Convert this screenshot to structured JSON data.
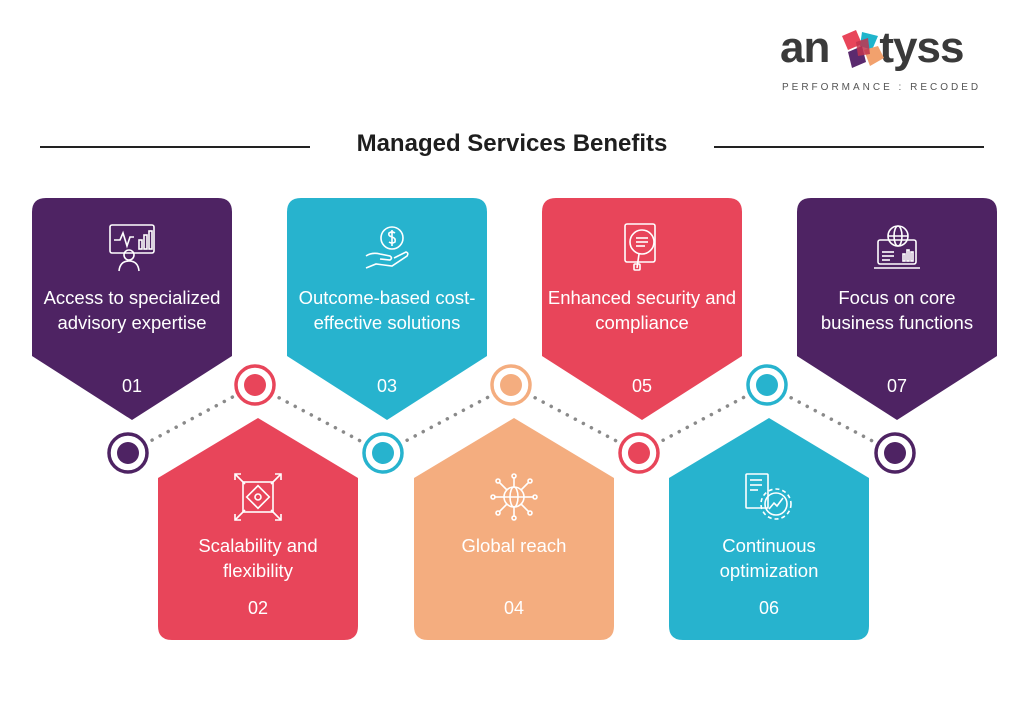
{
  "logo": {
    "text_left": "an",
    "text_right": "tyss",
    "tagline": "PERFORMANCE : RECODED",
    "colors": [
      "#e8455a",
      "#f2a16d",
      "#5b2a6e",
      "#1fb5cc"
    ]
  },
  "title": "Managed Services Benefits",
  "colors": {
    "purple": "#4e2363",
    "teal": "#27b3ce",
    "red": "#e8455a",
    "peach": "#f4ad7f",
    "dots": "#8a8a8a"
  },
  "benefits": [
    {
      "number": "01",
      "label": "Access to specialized advisory expertise",
      "color": "#4e2363",
      "icon": "advisor-presentation-icon"
    },
    {
      "number": "02",
      "label": "Scalability and flexibility",
      "color": "#e8455a",
      "icon": "scalability-arrows-icon"
    },
    {
      "number": "03",
      "label": "Outcome-based cost-effective solutions",
      "color": "#27b3ce",
      "icon": "hand-dollar-coin-icon"
    },
    {
      "number": "04",
      "label": "Global reach",
      "color": "#f4ad7f",
      "icon": "global-network-icon"
    },
    {
      "number": "05",
      "label": "Enhanced security and compliance",
      "color": "#e8455a",
      "icon": "document-magnifier-icon"
    },
    {
      "number": "06",
      "label": "Continuous optimization",
      "color": "#27b3ce",
      "icon": "gear-document-chart-icon"
    },
    {
      "number": "07",
      "label": "Focus on core business functions",
      "color": "#4e2363",
      "icon": "laptop-globe-analytics-icon"
    }
  ]
}
